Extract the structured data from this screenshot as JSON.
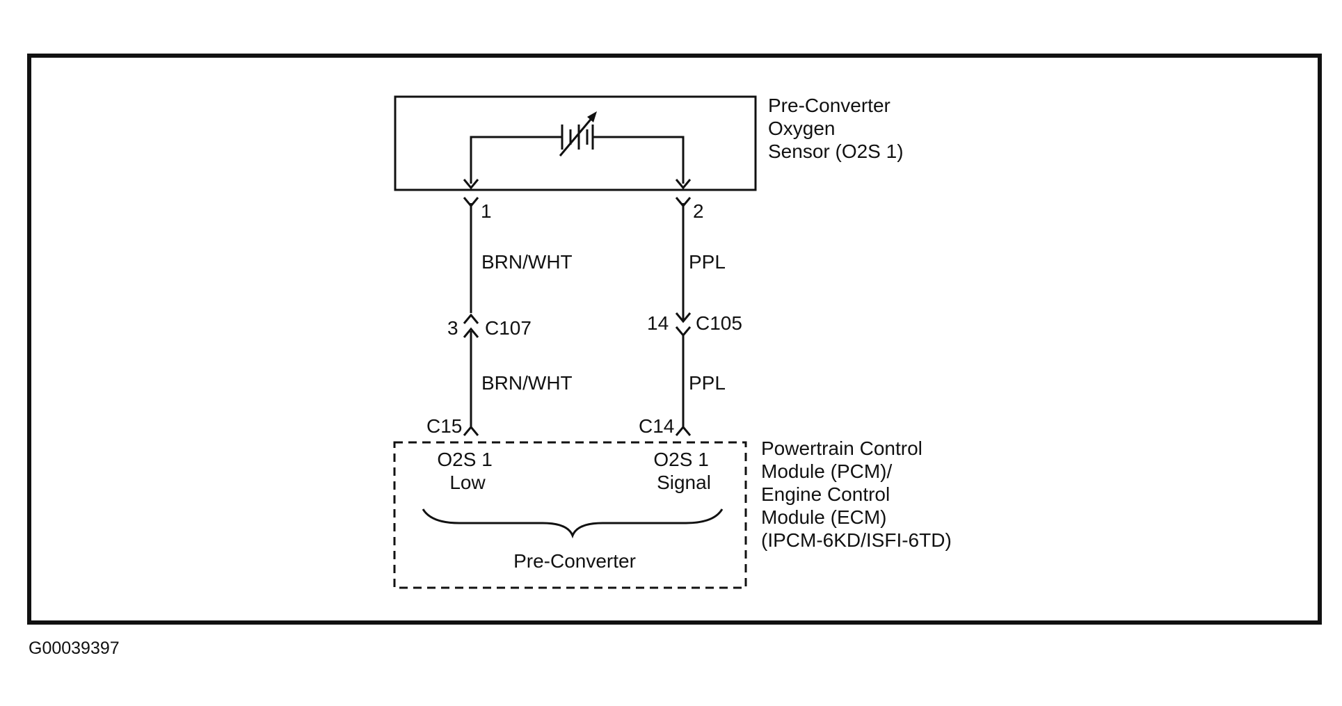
{
  "sensor": {
    "name_lines": [
      "Pre-Converter",
      "Oxygen",
      "Sensor (O2S 1)"
    ],
    "pin_left": "1",
    "pin_right": "2"
  },
  "wires": {
    "left_upper_color": "BRN/WHT",
    "right_upper_color": "PPL",
    "left_lower_color": "BRN/WHT",
    "right_lower_color": "PPL"
  },
  "connectors": {
    "left_pin": "3",
    "left_id": "C107",
    "right_pin": "14",
    "right_id": "C105"
  },
  "module": {
    "left_terminal": "C15",
    "right_terminal": "C14",
    "left_signal_lines": [
      "O2S 1",
      "Low"
    ],
    "right_signal_lines": [
      "O2S 1",
      "Signal"
    ],
    "group_label": "Pre-Converter",
    "name_lines": [
      "Powertrain Control",
      "Module (PCM)/",
      "Engine Control",
      "Module (ECM)",
      "(IPCM-6KD/ISFI-6TD)"
    ]
  },
  "figure_id": "G00039397"
}
